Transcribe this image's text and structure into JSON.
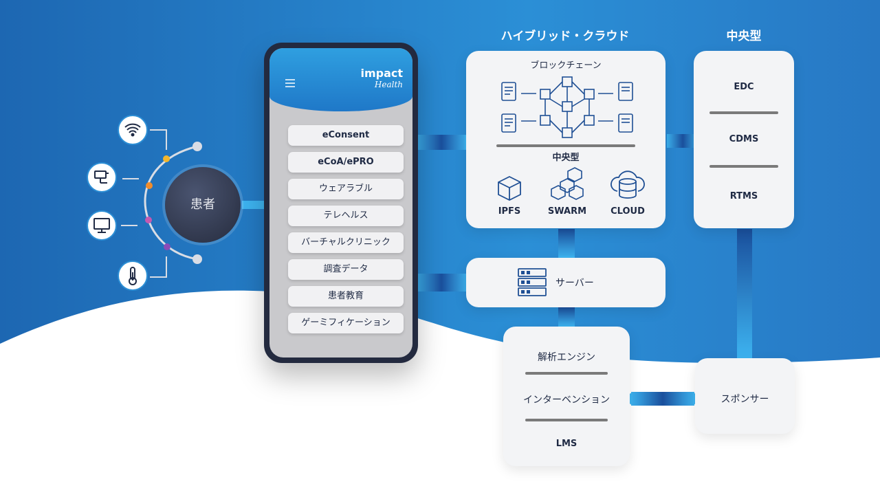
{
  "diagram": {
    "headers": {
      "hybrid_cloud": "ハイブリッド・クラウド",
      "central_top": "中央型"
    },
    "patient": "患者",
    "device_icons": [
      "wifi-icon",
      "camera-icon",
      "monitor-icon",
      "thermometer-icon"
    ],
    "app": {
      "logo_line1": "impact",
      "logo_line2": "Health",
      "menu_icon": "hamburger-icon",
      "items": [
        "eConsent",
        "eCoA/ePRO",
        "ウェアラブル",
        "テレヘルス",
        "バーチャルクリニック",
        "調査データ",
        "患者教育",
        "ゲーミフィケーション"
      ]
    },
    "cloud_box": {
      "blockchain": "ブロックチェーン",
      "central": "中央型",
      "storage": [
        "IPFS",
        "SWARM",
        "CLOUD"
      ]
    },
    "central_box": {
      "items": [
        "EDC",
        "CDMS",
        "RTMS"
      ]
    },
    "server": "サーバー",
    "analysis_box": {
      "items": [
        "解析エンジン",
        "インターベンション",
        "LMS"
      ]
    },
    "sponsor": "スポンサー",
    "colors": {
      "blue_dark": "#1f5fae",
      "blue_light": "#2ea8e6",
      "navy": "#1f2a44",
      "box": "#f3f4f6"
    }
  }
}
